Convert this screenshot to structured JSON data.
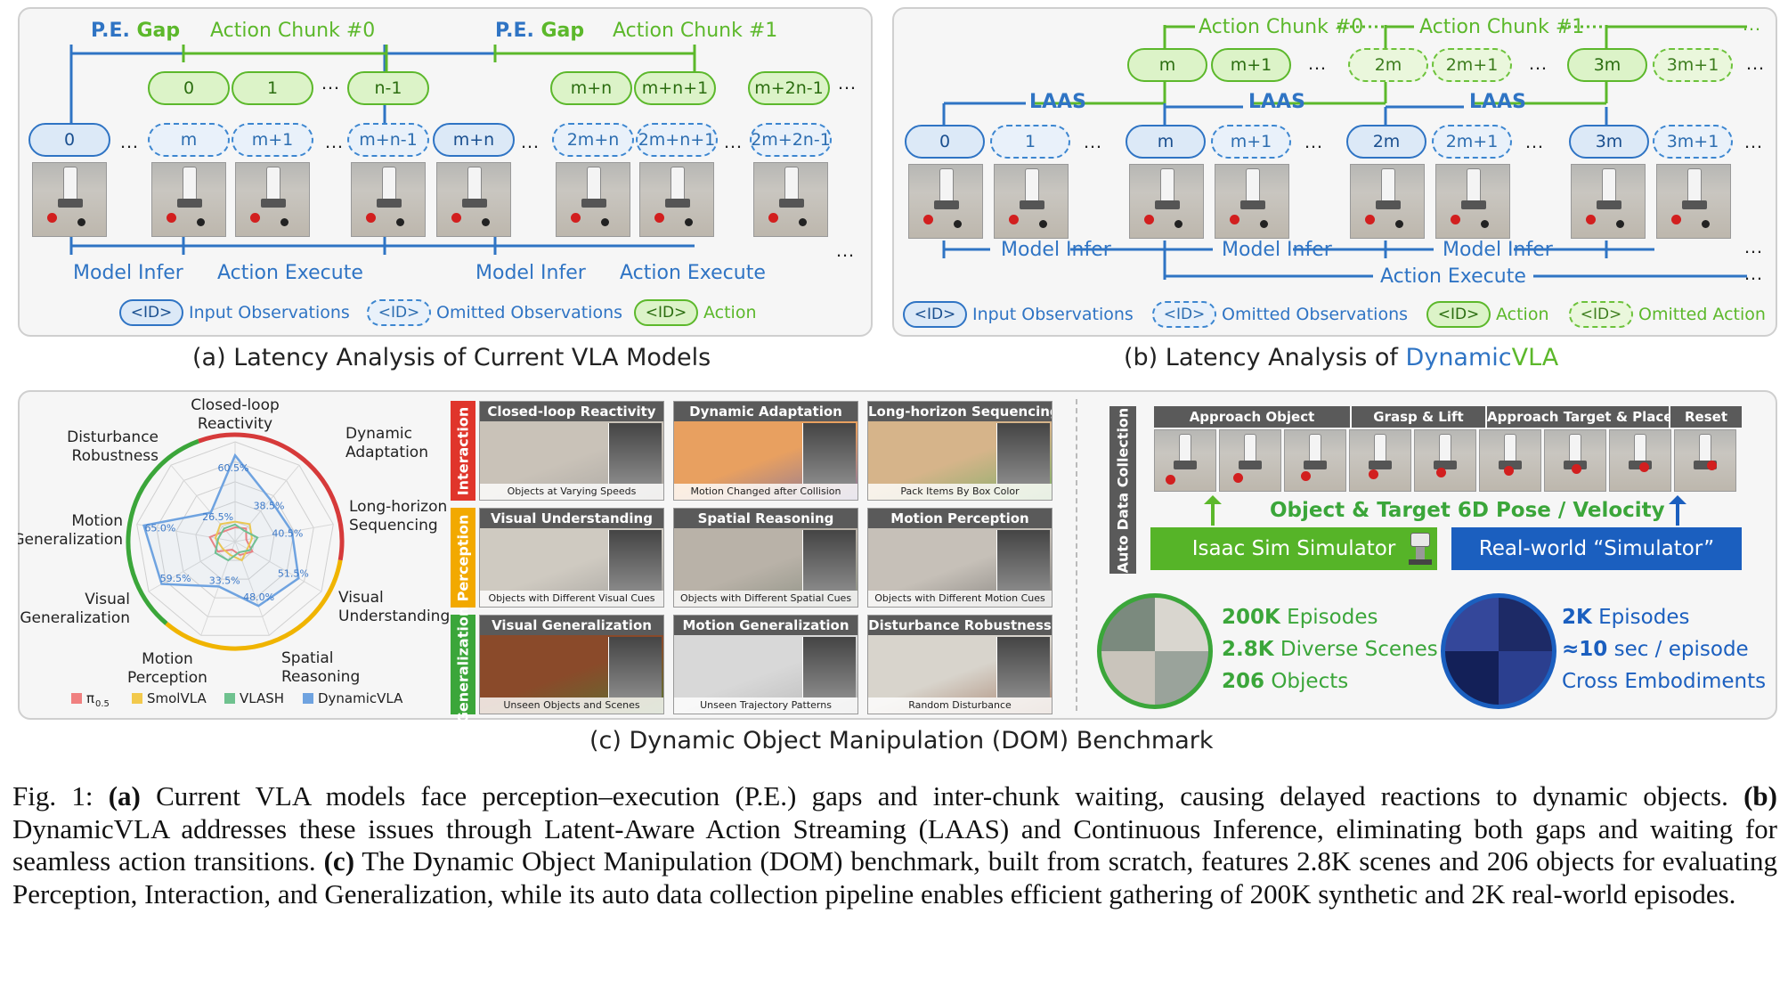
{
  "panel_a": {
    "pe_label": "P.E.",
    "gap_label": "Gap",
    "chunk0_label": "Action Chunk #0",
    "chunk1_label": "Action Chunk #1",
    "actions_top": [
      "0",
      "1",
      "n-1",
      "m+n",
      "m+n+1",
      "m+2n-1"
    ],
    "obs": [
      "0",
      "m",
      "m+1",
      "m+n-1",
      "m+n",
      "2m+n",
      "2m+n+1",
      "2m+2n-1"
    ],
    "obs_kinds": [
      "in",
      "om",
      "om",
      "om",
      "in",
      "om",
      "om",
      "om"
    ],
    "model_infer": "Model Infer",
    "action_execute": "Action Execute",
    "caption": "(a) Latency Analysis of Current VLA Models"
  },
  "panel_b": {
    "chunk0_label": "Action Chunk #0",
    "chunk1_label": "Action Chunk #1",
    "laas": "LAAS",
    "actions_top": [
      "m",
      "m+1",
      "2m",
      "2m+1",
      "3m",
      "3m+1"
    ],
    "action_kinds": [
      "ac",
      "ac",
      "oa",
      "oa",
      "ac",
      "oa"
    ],
    "obs": [
      "0",
      "1",
      "m",
      "m+1",
      "2m",
      "2m+1",
      "3m",
      "3m+1"
    ],
    "obs_kinds": [
      "in",
      "om",
      "in",
      "om",
      "in",
      "om",
      "in",
      "om"
    ],
    "model_infer": "Model Infer",
    "action_execute": "Action Execute",
    "caption_prefix": "(b) Latency Analysis of",
    "caption_dynamic": "Dynamic",
    "caption_vla": "VLA"
  },
  "legend": {
    "id": "<ID>",
    "input_obs": "Input Observations",
    "omitted_obs": "Omitted Observations",
    "action": "Action",
    "omitted_action": "Omitted Action"
  },
  "radar": {
    "axes": [
      "Closed-loop Reactivity",
      "Dynamic Adaptation",
      "Long-horizon Sequencing",
      "Visual Understanding",
      "Spatial Reasoning",
      "Motion Perception",
      "Visual Generalization",
      "Motion Generalization",
      "Disturbance Robustness"
    ],
    "axis_lines": [
      [
        "Closed-loop",
        "Reactivity"
      ],
      [
        "Dynamic",
        "Adaptation"
      ],
      [
        "Long-horizon",
        "Sequencing"
      ],
      [
        "Visual",
        "Understanding"
      ],
      [
        "Spatial",
        "Reasoning"
      ],
      [
        "Motion",
        "Perception"
      ],
      [
        "Visual",
        "Generalization"
      ],
      [
        "Motion",
        "Generalization"
      ],
      [
        "Disturbance",
        "Robustness"
      ]
    ],
    "max_values": [
      "60.5%",
      "38.5%",
      "40.5%",
      "51.5%",
      "48.0%",
      "33.5%",
      "59.5%",
      "65.0%",
      "26.5%"
    ],
    "series": [
      {
        "name": "π0.5",
        "color": "#f08080",
        "values": [
          0.1,
          0.12,
          0.08,
          0.14,
          0.1,
          0.06,
          0.14,
          0.18,
          0.1
        ]
      },
      {
        "name": "SmolVLA",
        "color": "#f2c94c",
        "values": [
          0.14,
          0.16,
          0.12,
          0.1,
          0.14,
          0.1,
          0.1,
          0.14,
          0.16
        ]
      },
      {
        "name": "VLASH",
        "color": "#6fc28f",
        "values": [
          0.12,
          0.1,
          0.16,
          0.12,
          0.08,
          0.14,
          0.16,
          0.12,
          0.12
        ]
      },
      {
        "name": "DynamicVLA",
        "color": "#6fa3e0",
        "values": [
          0.605,
          0.385,
          0.405,
          0.515,
          0.48,
          0.335,
          0.595,
          0.65,
          0.265
        ]
      }
    ],
    "legend": [
      "π",
      "0.5",
      "SmolVLA",
      "VLASH",
      "DynamicVLA"
    ],
    "ring_colors": [
      "#d63a3a",
      "#f0b400",
      "#3ba63a"
    ]
  },
  "categories": [
    {
      "tag": "Interaction",
      "color": "#e0352b",
      "cells": [
        {
          "title": "Closed-loop Reactivity",
          "foot": "Objects at Varying Speeds"
        },
        {
          "title": "Dynamic Adaptation",
          "foot": "Motion Changed after Collision"
        },
        {
          "title": "Long-horizon Sequencing",
          "foot": "Pack Items By Box Color"
        }
      ]
    },
    {
      "tag": "Perception",
      "color": "#f2a900",
      "cells": [
        {
          "title": "Visual Understanding",
          "foot": "Objects with Different Visual Cues"
        },
        {
          "title": "Spatial Reasoning",
          "foot": "Objects with Different Spatial Cues"
        },
        {
          "title": "Motion Perception",
          "foot": "Objects with Different Motion Cues"
        }
      ]
    },
    {
      "tag": "Generalization",
      "color": "#3ba63a",
      "cells": [
        {
          "title": "Visual Generalization",
          "foot": "Unseen Objects and Scenes"
        },
        {
          "title": "Motion Generalization",
          "foot": "Unseen Trajectory Patterns"
        },
        {
          "title": "Disturbance Robustness",
          "foot": "Random Disturbance"
        }
      ]
    }
  ],
  "auto": {
    "tag": "Auto Data Collection",
    "stages": [
      "Approach Object",
      "Grasp & Lift",
      "Approach Target  & Place",
      "Reset"
    ],
    "pose_label": "Object & Target 6D Pose / Velocity",
    "isaac": "Isaac Sim Simulator",
    "real": "Real-world “Simulator”",
    "sim_stats": [
      [
        "200K",
        "Episodes"
      ],
      [
        "2.8K",
        "Diverse Scenes"
      ],
      [
        "206",
        "Objects"
      ]
    ],
    "real_stats": [
      [
        "2K",
        "Episodes"
      ],
      [
        "≈10",
        "sec / episode"
      ],
      [
        "",
        "Cross Embodiments"
      ]
    ]
  },
  "caption_c": "(c) Dynamic Object Manipulation (DOM) Benchmark",
  "figure_caption": {
    "fig": "Fig. 1:",
    "a": "(a)",
    "a_text": "Current VLA models face perception–execution (P.E.) gaps and inter-chunk waiting, causing delayed reactions to dynamic objects.",
    "b": "(b)",
    "b_text": "DynamicVLA addresses these issues through Latent-Aware Action Streaming (LAAS) and Continuous Inference, eliminating both gaps and waiting for seamless action transitions.",
    "c": "(c)",
    "c_text": "The Dynamic Object Manipulation (DOM) benchmark, built from scratch, features 2.8K scenes and 206 objects for evaluating Perception, Interaction, and Generalization, while its auto data collection pipeline enables efficient gathering of 200K synthetic and 2K real-world episodes."
  }
}
